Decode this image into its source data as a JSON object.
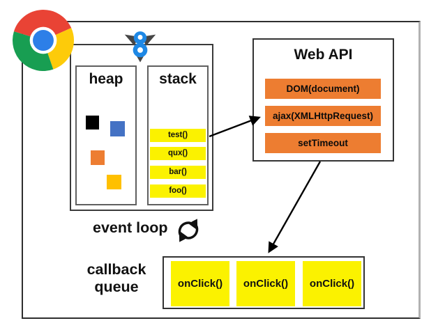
{
  "colors": {
    "bar_yellow": "#FBF200",
    "bar_orange": "#ED7D31",
    "heap_black": "#000000",
    "heap_blue": "#4472C4",
    "heap_orange": "#ED7D31",
    "heap_amber": "#FFC000",
    "chrome_red": "#E94335",
    "chrome_green": "#189E52",
    "chrome_yellow": "#FDCB0A",
    "chrome_blue": "#2D7FE8",
    "v8_blue": "#1E88E5",
    "v8_gray": "#464646",
    "arrow_black": "#000000"
  },
  "engine": {
    "heap": {
      "title": "heap"
    },
    "stack": {
      "title": "stack",
      "frames": [
        "test()",
        "qux()",
        "bar()",
        "foo()"
      ]
    }
  },
  "web_api": {
    "title": "Web API",
    "items": [
      "DOM(document)",
      "ajax(XMLHttpRequest)",
      "setTimeout"
    ]
  },
  "event_loop": {
    "label": "event loop"
  },
  "callback_queue": {
    "line1": "callback",
    "line2": "queue",
    "items": [
      "onClick()",
      "onClick()",
      "onClick()"
    ]
  },
  "icons": {
    "browser": "chrome-icon",
    "engine": "v8-icon",
    "loop": "cycle-arrows-icon"
  }
}
